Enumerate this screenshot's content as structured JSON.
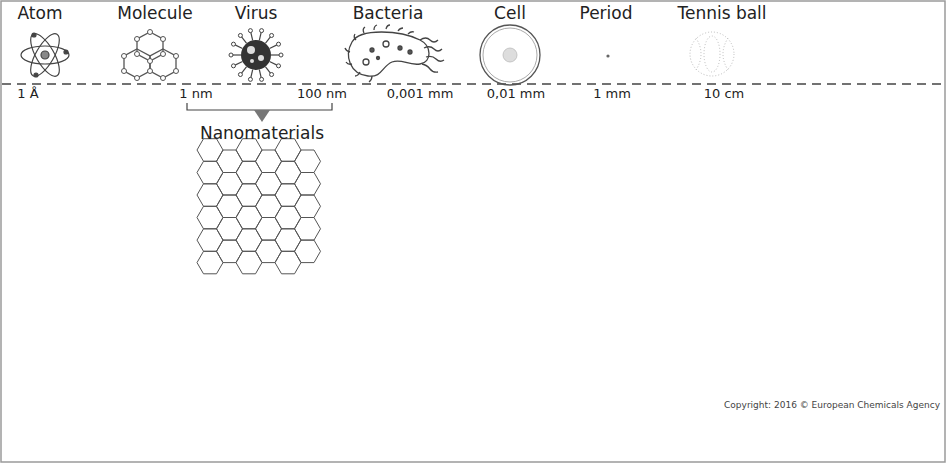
{
  "diagram": {
    "labels": [
      "Atom",
      "Molecule",
      "Virus",
      "Bacteria",
      "Cell",
      "Period",
      "Tennis ball",
      "1 Å",
      "1 nm",
      "100 nm",
      "0,001 mm",
      "0,01 mm",
      "1 mm",
      "10 cm",
      "Nanomaterials",
      "Copyright: 2016 © European Chemicals Agency"
    ]
  }
}
